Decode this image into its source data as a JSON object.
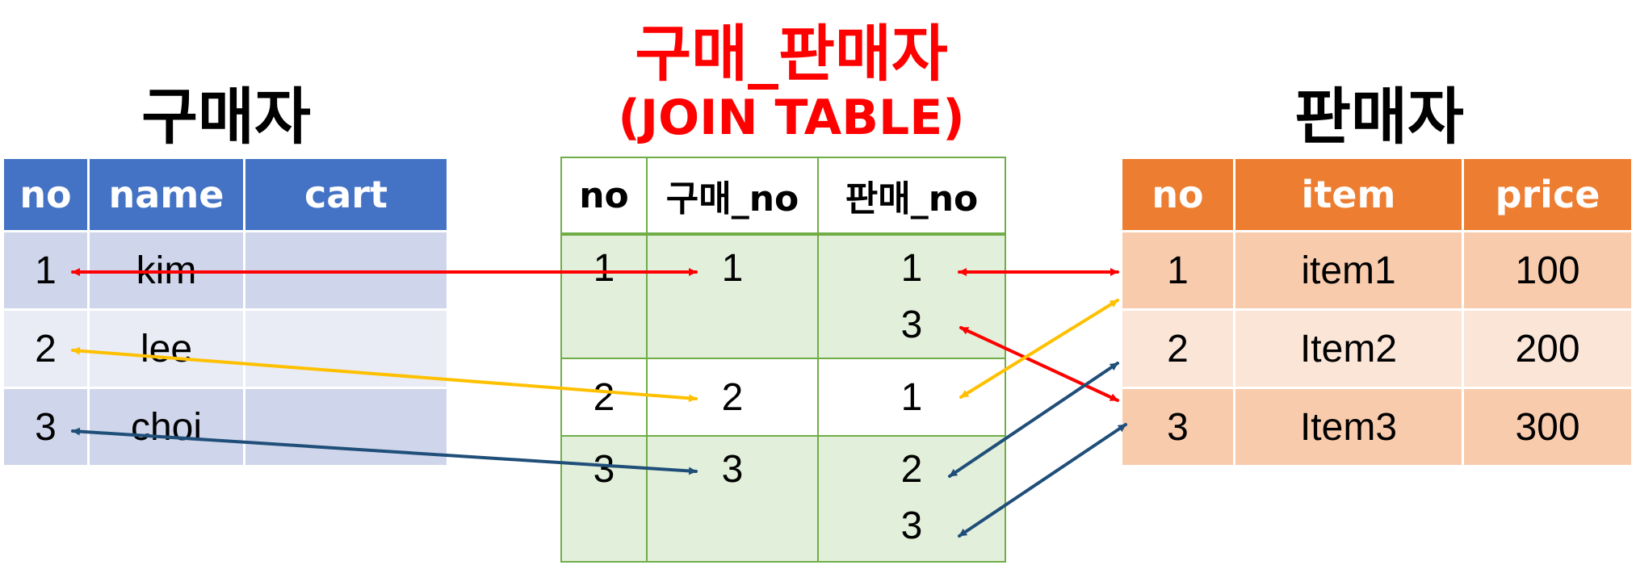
{
  "buyer": {
    "title": "구매자",
    "headers": [
      "no",
      "name",
      "cart"
    ],
    "rows": [
      {
        "no": "1",
        "name": "kim",
        "cart": ""
      },
      {
        "no": "2",
        "name": "lee",
        "cart": ""
      },
      {
        "no": "3",
        "name": "choi",
        "cart": ""
      }
    ]
  },
  "join": {
    "title": "구매_판매자",
    "subtitle": "(JOIN TABLE)",
    "headers": [
      "no",
      "구매_no",
      "판매_no"
    ],
    "rows": [
      {
        "no": "1",
        "buyer_no": "1",
        "seller_no": [
          "1",
          "3"
        ]
      },
      {
        "no": "2",
        "buyer_no": "2",
        "seller_no": [
          "1"
        ]
      },
      {
        "no": "3",
        "buyer_no": "3",
        "seller_no": [
          "2",
          "3"
        ]
      }
    ]
  },
  "seller": {
    "title": "판매자",
    "headers": [
      "no",
      "item",
      "price"
    ],
    "rows": [
      {
        "no": "1",
        "item": "item1",
        "price": "100"
      },
      {
        "no": "2",
        "item": "Item2",
        "price": "200"
      },
      {
        "no": "3",
        "item": "Item3",
        "price": "300"
      }
    ]
  },
  "colors": {
    "buyer_header": "#4472c4",
    "seller_header": "#ed7d31",
    "join_border": "#70ad47",
    "arrow_red": "#ff0000",
    "arrow_yellow": "#ffc000",
    "arrow_navy": "#1f4e79",
    "join_title": "#ff0000"
  }
}
